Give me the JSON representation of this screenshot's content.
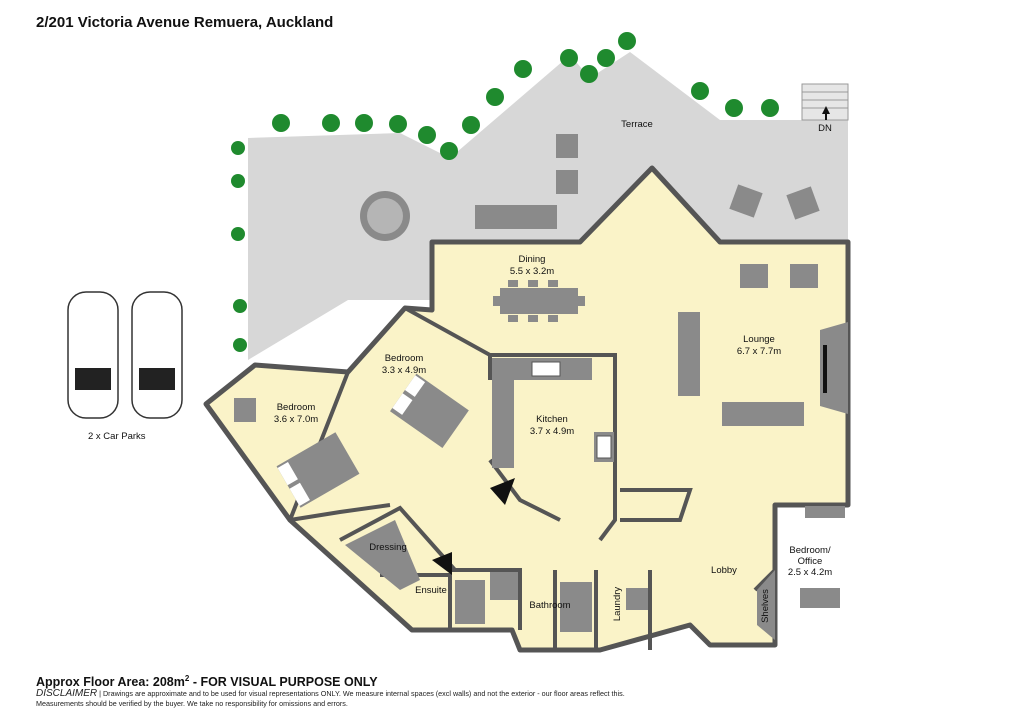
{
  "address": "2/201 Victoria Avenue Remuera, Auckland",
  "colors": {
    "floor": "#faf3c8",
    "terrace": "#d7d7d7",
    "wall": "#555555",
    "furniture": "#8a8a8a",
    "tree": "#1f8a2e"
  },
  "terrace": {
    "label": "Terrace",
    "stairs_label": "DN"
  },
  "car_parks": {
    "label": "2 x Car Parks"
  },
  "rooms": {
    "dining": {
      "name": "Dining",
      "dims": "5.5 x 3.2m"
    },
    "lounge": {
      "name": "Lounge",
      "dims": "6.7 x 7.7m"
    },
    "bedroom1": {
      "name": "Bedroom",
      "dims": "3.3 x 4.9m"
    },
    "bedroom2": {
      "name": "Bedroom",
      "dims": "3.6 x 7.0m"
    },
    "kitchen": {
      "name": "Kitchen",
      "dims": "3.7 x 4.9m"
    },
    "dressing": {
      "name": "Dressing"
    },
    "ensuite": {
      "name": "Ensuite"
    },
    "bathroom": {
      "name": "Bathroom"
    },
    "laundry": {
      "name": "Laundry"
    },
    "lobby": {
      "name": "Lobby"
    },
    "shelves": {
      "name": "Shelves"
    },
    "office": {
      "name": "Bedroom/",
      "name2": "Office",
      "dims": "2.5 x 4.2m"
    }
  },
  "footer": {
    "area_prefix": "Approx Floor Area: 208m",
    "area_sup": "2",
    "area_suffix": " - FOR VISUAL PURPOSE ONLY",
    "disclaimer_head": "DISCLAIMER",
    "disclaimer_1": " | Drawings are approximate and to be used for visual representations ONLY. We measure internal spaces (excl walls) and not the exterior - our floor areas reflect this.",
    "disclaimer_2": "Measurements should be verified by the buyer. We take no responsibility for omissions and errors."
  }
}
